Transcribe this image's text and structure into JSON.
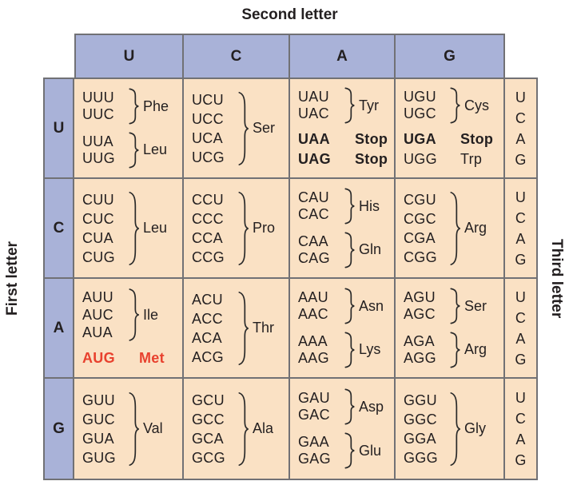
{
  "titles": {
    "second_letter": "Second letter",
    "first_letter": "First letter",
    "third_letter": "Third letter"
  },
  "colors": {
    "header_bg": "#a9b2d8",
    "cell_bg": "#fae1c4",
    "border": "#717175",
    "text": "#231f20",
    "start_codon_color": "#e8412e"
  },
  "column_headers": [
    "U",
    "C",
    "A",
    "G"
  ],
  "row_headers": [
    "U",
    "C",
    "A",
    "G"
  ],
  "third_letter_stack": "U\nC\nA\nG",
  "cells": {
    "UU": {
      "groups": [
        {
          "codons": "UUU\nUUC",
          "label": "Phe"
        },
        {
          "codons": "UUA\nUUG",
          "label": "Leu"
        }
      ]
    },
    "UC": {
      "groups": [
        {
          "codons": "UCU\nUCC\nUCA\nUCG",
          "label": "Ser"
        }
      ]
    },
    "UA": {
      "groups": [
        {
          "codons": "UAU\nUAC",
          "label": "Tyr"
        },
        {
          "codon": "UAA",
          "label": "Stop"
        },
        {
          "codon": "UAG",
          "label": "Stop"
        }
      ]
    },
    "UG": {
      "groups": [
        {
          "codons": "UGU\nUGC",
          "label": "Cys"
        },
        {
          "codon": "UGA",
          "label": "Stop"
        },
        {
          "codon": "UGG",
          "label": "Trp"
        }
      ]
    },
    "CU": {
      "groups": [
        {
          "codons": "CUU\nCUC\nCUA\nCUG",
          "label": "Leu"
        }
      ]
    },
    "CC": {
      "groups": [
        {
          "codons": "CCU\nCCC\nCCA\nCCG",
          "label": "Pro"
        }
      ]
    },
    "CA": {
      "groups": [
        {
          "codons": "CAU\nCAC",
          "label": "His"
        },
        {
          "codons": "CAA\nCAG",
          "label": "Gln"
        }
      ]
    },
    "CG": {
      "groups": [
        {
          "codons": "CGU\nCGC\nCGA\nCGG",
          "label": "Arg"
        }
      ]
    },
    "AU": {
      "groups": [
        {
          "codons": "AUU\nAUC\nAUA",
          "label": "Ile"
        },
        {
          "codon": "AUG",
          "label": "Met"
        }
      ]
    },
    "AC": {
      "groups": [
        {
          "codons": "ACU\nACC\nACA\nACG",
          "label": "Thr"
        }
      ]
    },
    "AA": {
      "groups": [
        {
          "codons": "AAU\nAAC",
          "label": "Asn"
        },
        {
          "codons": "AAA\nAAG",
          "label": "Lys"
        }
      ]
    },
    "AG": {
      "groups": [
        {
          "codons": "AGU\nAGC",
          "label": "Ser"
        },
        {
          "codons": "AGA\nAGG",
          "label": "Arg"
        }
      ]
    },
    "GU": {
      "groups": [
        {
          "codons": "GUU\nGUC\nGUA\nGUG",
          "label": "Val"
        }
      ]
    },
    "GC": {
      "groups": [
        {
          "codons": "GCU\nGCC\nGCA\nGCG",
          "label": "Ala"
        }
      ]
    },
    "GA": {
      "groups": [
        {
          "codons": "GAU\nGAC",
          "label": "Asp"
        },
        {
          "codons": "GAA\nGAG",
          "label": "Glu"
        }
      ]
    },
    "GG": {
      "groups": [
        {
          "codons": "GGU\nGGC\nGGA\nGGG",
          "label": "Gly"
        }
      ]
    }
  }
}
